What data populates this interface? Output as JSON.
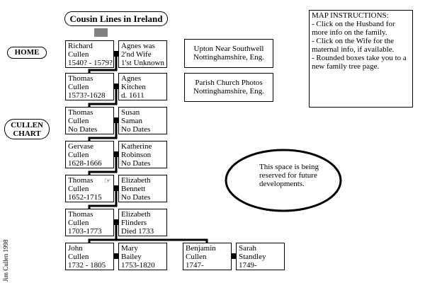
{
  "title": "Cousin Lines in Ireland",
  "nav": {
    "home": "HOME",
    "cullen_chart": [
      "CULLEN",
      "CHART"
    ]
  },
  "couples": [
    {
      "husband": [
        "Richard",
        "Cullen",
        "1540? - 1579?"
      ],
      "wife": [
        "Agnes was",
        "2'nd Wife",
        "1'st Unknown"
      ]
    },
    {
      "husband": [
        "Thomas",
        "Cullen",
        "1573?-1628"
      ],
      "wife": [
        "Agnes",
        "Kitchen",
        "d. 1611"
      ]
    },
    {
      "husband": [
        "Thomas",
        "Cullen",
        "No Dates"
      ],
      "wife": [
        "Susan",
        "Saman",
        "No Dates"
      ]
    },
    {
      "husband": [
        "Gervase",
        "Cullen",
        "1628-1666"
      ],
      "wife": [
        "Katherine",
        "Robinson",
        "No Dates"
      ]
    },
    {
      "husband": [
        "Thomas",
        "Cullen",
        "1652-1715"
      ],
      "wife": [
        "Elizabeth",
        "Bennett",
        "No Dates"
      ]
    },
    {
      "husband": [
        "Thomas",
        "Cullen",
        "1703-1773"
      ],
      "wife": [
        "Elizabeth",
        "Flinders",
        "Died 1733"
      ]
    },
    {
      "husband": [
        "John",
        "Cullen",
        "1732 - 1805"
      ],
      "wife": [
        "Mary",
        "Bailey",
        "1753-1820"
      ]
    },
    {
      "husband": [
        "Benjamin",
        "Cullen",
        "1747-"
      ],
      "wife": [
        "Sarah",
        "Standley",
        "1749-"
      ]
    }
  ],
  "links": [
    [
      "Upton Near Southwell",
      "Nottinghamshire, Eng."
    ],
    [
      "Parish Church Photos",
      "Nottinghamshire, Eng."
    ]
  ],
  "instructions": [
    "MAP INSTRUCTIONS:",
    "- Click on the Husband for",
    "more info on the family.",
    "- Click on the Wife for the",
    "maternal info, if available.",
    "- Rounded boxes take you to a",
    "new family tree page."
  ],
  "reserved": [
    "This space is being",
    "reserved for future",
    "developments."
  ],
  "credit": "Jim Cullen 1998"
}
